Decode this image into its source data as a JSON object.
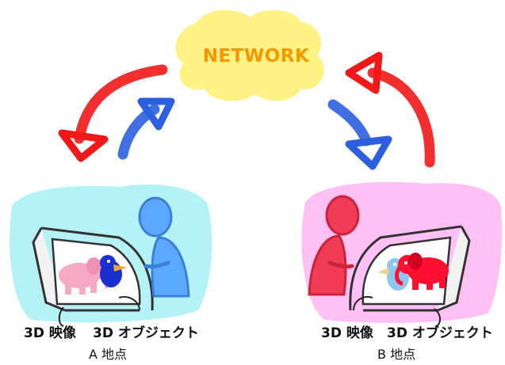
{
  "network": {
    "label": "NETWORK",
    "cloud_color": "#fff176",
    "text_color": "#f39800"
  },
  "arrows": {
    "send_color": "#2b5fe0",
    "receive_color": "#f01818"
  },
  "site_a": {
    "name": "A 地点",
    "caption_video": "3D 映像",
    "caption_object": "3D オブジェクト",
    "background_color": "#a8f0f4",
    "person_color": "#5aa8ff",
    "projected_object_color": "#f7a8c4",
    "real_object_color": "#1a2fd0"
  },
  "site_b": {
    "name": "B 地点",
    "caption_video": "3D 映像",
    "caption_object": "3D オブジェクト",
    "background_color": "#ffb6f2",
    "person_color": "#f23b55",
    "projected_object_color": "#8ec6f0",
    "real_object_color": "#ff1030"
  }
}
